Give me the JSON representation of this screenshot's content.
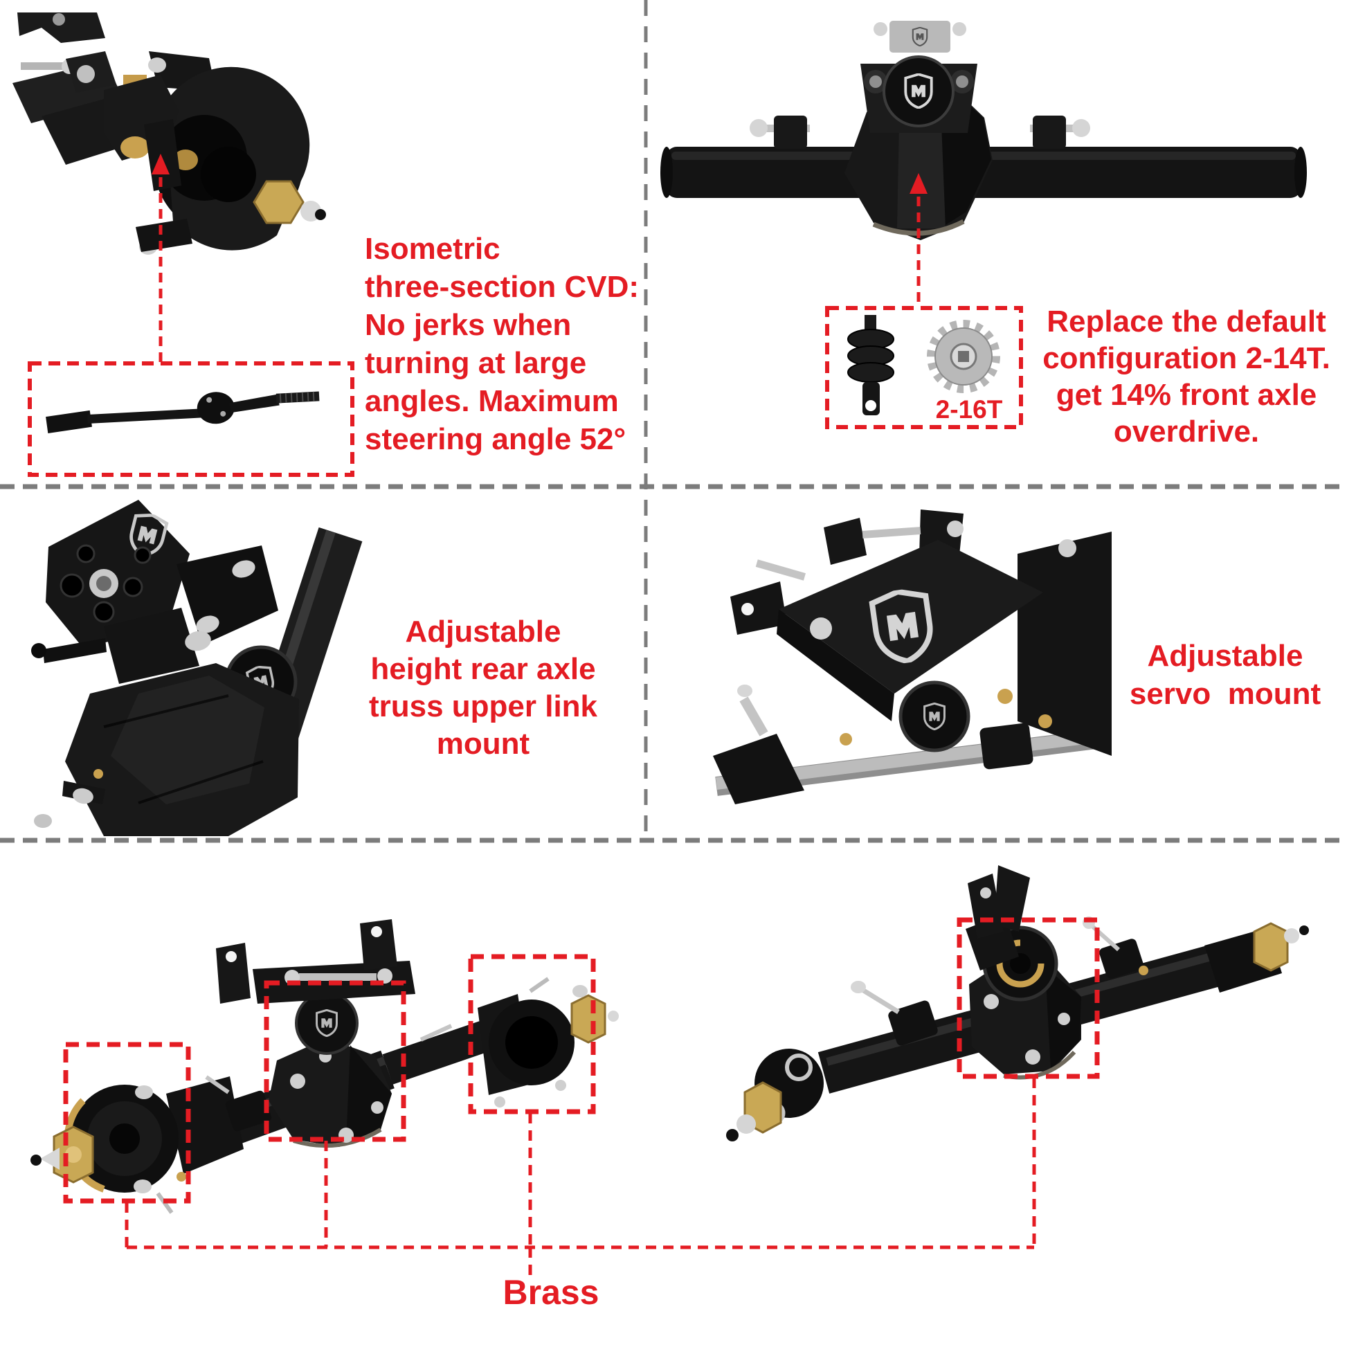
{
  "colors": {
    "accent_red": "#E41C23",
    "divider_gray": "#7C7C7C",
    "metal_black": "#161616",
    "brass": "#C9A855",
    "silver": "#C8C8C8",
    "background": "#FFFFFF"
  },
  "captions": {
    "cvd": {
      "lines": [
        "Isometric",
        "three-section CVD:",
        "No jerks when",
        "turning at large",
        "angles. Maximum",
        "steering angle 52°"
      ]
    },
    "overdrive": {
      "lines": [
        "Replace the default",
        "configuration 2-14T.",
        "get 14% front axle",
        "overdrive."
      ]
    },
    "gear_kit": {
      "label": "2-16T"
    },
    "truss": {
      "lines": [
        "Adjustable",
        "height rear axle",
        "truss upper link",
        "mount"
      ]
    },
    "servo": {
      "lines": [
        "Adjustable",
        "servo  mount"
      ]
    },
    "material": {
      "label": "Brass"
    }
  }
}
